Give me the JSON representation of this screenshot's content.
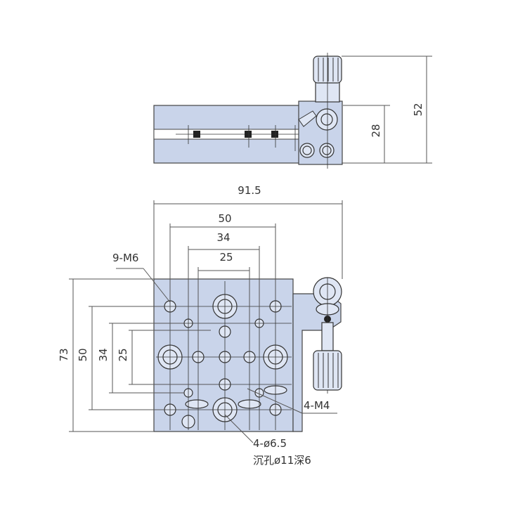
{
  "labels": {
    "dim_height_52": "52",
    "dim_height_28": "28",
    "dim_width_91_5": "91.5",
    "dim_width_50": "50",
    "dim_width_34": "34",
    "dim_width_25": "25",
    "dim_left_73": "73",
    "dim_left_50": "50",
    "dim_left_34": "34",
    "dim_left_25": "25",
    "callout_m6": "9-M6",
    "callout_m4": "4-M4",
    "callout_hole": "4-ø6.5",
    "callout_counterbore": "沉孔ø11深6"
  },
  "colors": {
    "body": "#c9d4ea",
    "line": "#444444",
    "dimension": "#555555",
    "text": "#333333"
  }
}
